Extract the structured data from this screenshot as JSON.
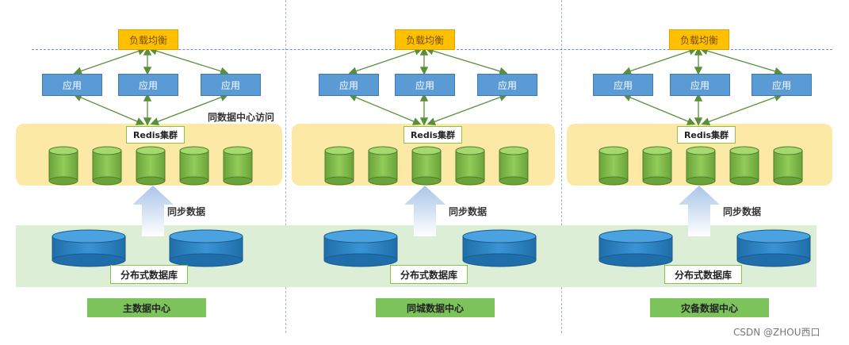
{
  "load_balancer": "负载均衡",
  "app_label": "应用",
  "redis_cluster": "Redis集群",
  "same_dc_access": "同数据中心访问",
  "sync_data": "同步数据",
  "distributed_db": "分布式数据库",
  "datacenters": [
    {
      "label": "主数据中心"
    },
    {
      "label": "同城数据中心"
    },
    {
      "label": "灾备数据中心"
    }
  ],
  "watermark": "CSDN @ZHOU西口",
  "colors": {
    "load_balancer": "#ffc000",
    "app": "#5b9bd5",
    "cache_band": "#fde9a6",
    "cache_cylinder": "#8bc34a",
    "db_band": "#dcefd6",
    "db_cylinder": "#2e86c8",
    "datacenter_label": "#7cc35c",
    "arrows": "#5a8f3a"
  }
}
